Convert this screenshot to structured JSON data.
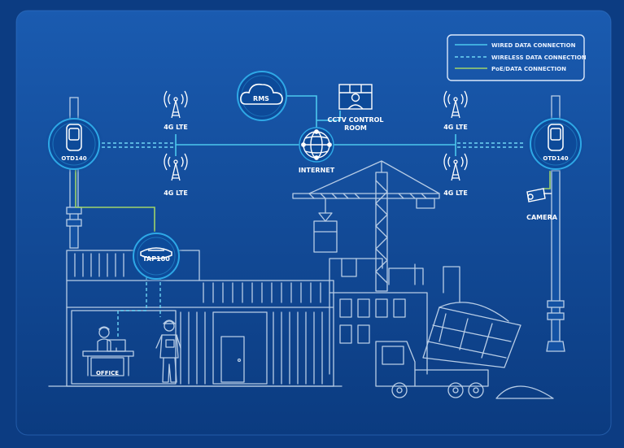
{
  "colors": {
    "background_top": "#1a5bb0",
    "background_bottom": "#0b3b80",
    "panel": "#1450a2",
    "line_art": "#b8cde6",
    "wired": "#4cc8ee",
    "wireless": "#6fd6f5",
    "poe": "#9fd36a",
    "node_ring": "#2ea8e6"
  },
  "legend": {
    "wired": "WIRED DATA CONNECTION",
    "wireless": "WIRELESS DATA CONNECTION",
    "poe": "PoE/DATA CONNECTION"
  },
  "nodes": {
    "rms": "RMS",
    "cctv": "CCTV CONTROL ROOM",
    "internet": "INTERNET",
    "otd_left": "OTD140",
    "otd_right": "OTD140",
    "lte_left_top": "4G LTE",
    "lte_left_bottom": "4G LTE",
    "lte_right_top": "4G LTE",
    "lte_right_bottom": "4G LTE",
    "camera": "CAMERA",
    "tap": "TAP100",
    "office": "OFFICE"
  },
  "icons": [
    "cloud-icon",
    "control-room-icon",
    "globe-icon",
    "cell-tower-icon",
    "camera-icon",
    "crane-icon",
    "worker-icon",
    "dump-truck-icon",
    "container-building-icon"
  ]
}
